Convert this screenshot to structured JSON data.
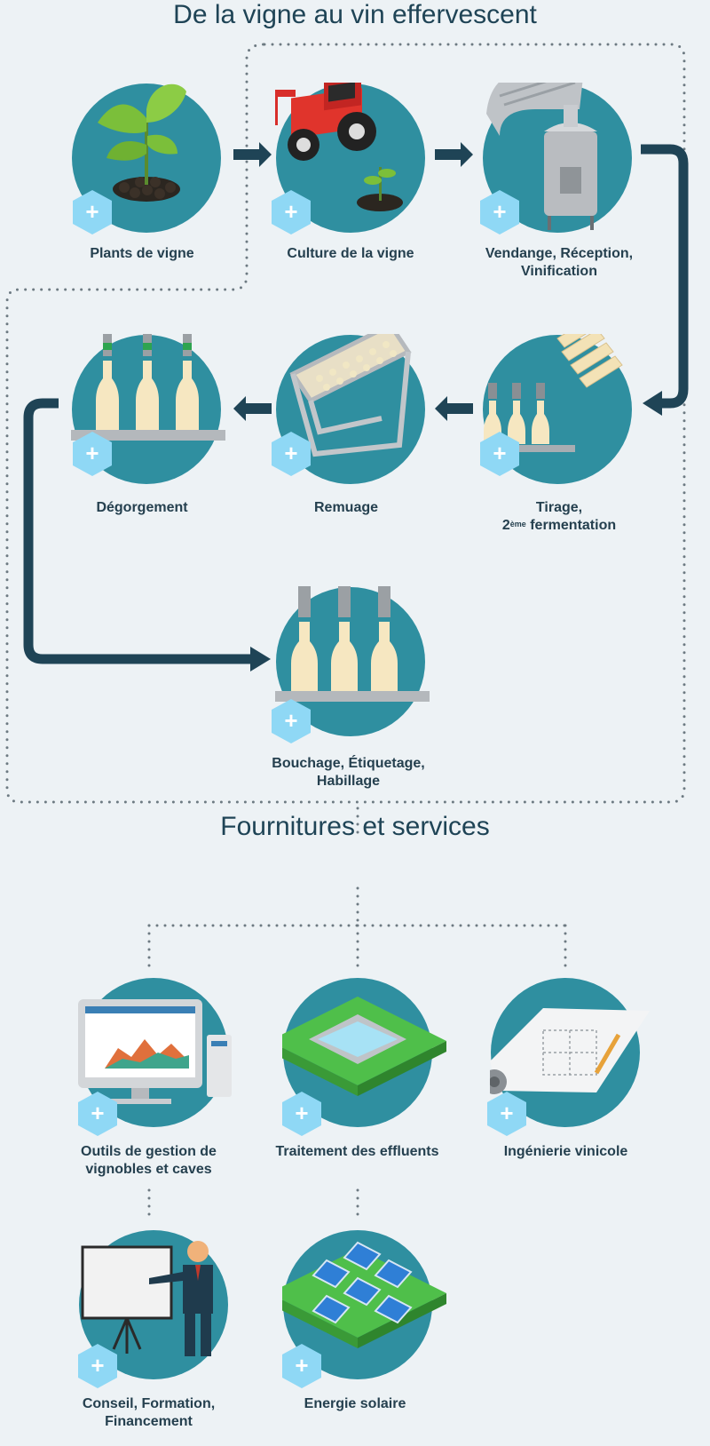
{
  "titles": {
    "process": "De la vigne au vin effervescent",
    "services": "Fournitures et services"
  },
  "process_steps": [
    {
      "label": "Plants de vigne",
      "icon": "grape-plant-icon"
    },
    {
      "label": "Culture de la vigne",
      "icon": "tractor-icon"
    },
    {
      "label_line1": "Vendange, Réception,",
      "label_line2": "Vinification",
      "icon": "press-tank-icon"
    },
    {
      "label_line1": "Tirage,",
      "label_sup_prefix": "2",
      "label_sup": "ème",
      "label_line2_rest": " fermentation",
      "icon": "bottle-tirage-icon"
    },
    {
      "label": "Remuage",
      "icon": "riddling-rack-icon"
    },
    {
      "label": "Dégorgement",
      "icon": "disgorging-bottles-icon"
    },
    {
      "label_line1": "Bouchage, Étiquetage,",
      "label_line2": "Habillage",
      "icon": "corking-bottles-icon"
    }
  ],
  "services": [
    {
      "label_line1": "Outils de gestion de",
      "label_line2": "vignobles et caves",
      "icon": "computer-software-icon"
    },
    {
      "label": "Traitement des effluents",
      "icon": "effluent-basin-icon"
    },
    {
      "label": "Ingénierie vinicole",
      "icon": "blueprint-icon"
    },
    {
      "label_line1": "Conseil, Formation,",
      "label_line2": "Financement",
      "icon": "presenter-board-icon"
    },
    {
      "label": "Energie solaire",
      "icon": "solar-panels-icon"
    }
  ],
  "expand_symbol": "+",
  "colors": {
    "circle": "#2f8fa0",
    "hex": "#8fd8f5",
    "arrow": "#1f4456",
    "background": "#edf2f5",
    "dots": "#6d7a82"
  }
}
